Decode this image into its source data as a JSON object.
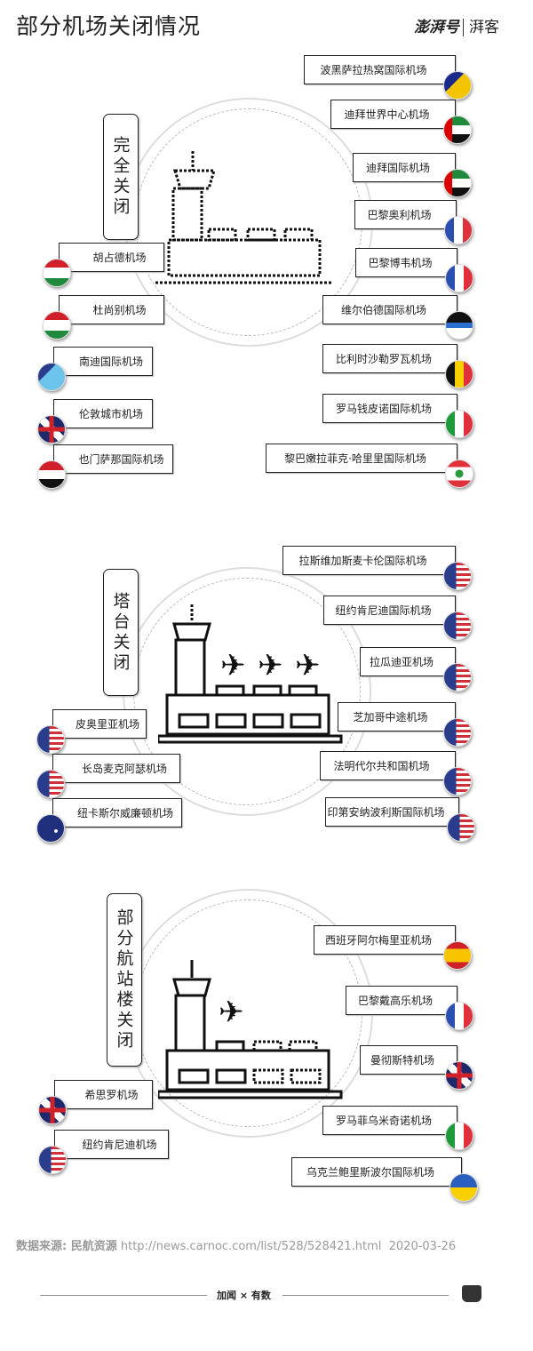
{
  "header": {
    "title": "部分机场关闭情况",
    "brand": "澎湃号",
    "brand_sub": "湃客"
  },
  "sections": [
    {
      "label": "完全关闭",
      "building_icon": "dotted-airport-terminal",
      "right": [
        {
          "name": "波黑萨拉热窝国际机场",
          "flag": "bosnia"
        },
        {
          "name": "迪拜世界中心机场",
          "flag": "uae"
        },
        {
          "name": "迪拜国际机场",
          "flag": "uae"
        },
        {
          "name": "巴黎奥利机场",
          "flag": "france"
        },
        {
          "name": "巴黎博韦机场",
          "flag": "france"
        },
        {
          "name": "维尔伯德国际机场",
          "flag": "antigua"
        },
        {
          "name": "比利时沙勒罗瓦机场",
          "flag": "belgium"
        },
        {
          "name": "罗马钱皮诺国际机场",
          "flag": "italy"
        },
        {
          "name": "黎巴嫩拉菲克·哈里里国际机场",
          "flag": "lebanon"
        }
      ],
      "left": [
        {
          "name": "胡占德机场",
          "flag": "tajikistan"
        },
        {
          "name": "杜尚别机场",
          "flag": "tajikistan"
        },
        {
          "name": "南迪国际机场",
          "flag": "fiji"
        },
        {
          "name": "伦敦城市机场",
          "flag": "uk"
        },
        {
          "name": "也门萨那国际机场",
          "flag": "yemen"
        }
      ]
    },
    {
      "label": "塔台关闭",
      "building_icon": "airport-tower-with-planes",
      "right": [
        {
          "name": "拉斯维加斯麦卡伦国际机场",
          "flag": "usa"
        },
        {
          "name": "纽约肯尼迪国际机场",
          "flag": "usa"
        },
        {
          "name": "拉瓜迪亚机场",
          "flag": "usa"
        },
        {
          "name": "芝加哥中途机场",
          "flag": "usa"
        },
        {
          "name": "法明代尔共和国机场",
          "flag": "usa"
        },
        {
          "name": "印第安纳波利斯国际机场",
          "flag": "usa"
        }
      ],
      "left": [
        {
          "name": "皮奥里亚机场",
          "flag": "usa"
        },
        {
          "name": "长岛麦克阿瑟机场",
          "flag": "usa"
        },
        {
          "name": "纽卡斯尔威廉顿机场",
          "flag": "australia"
        }
      ]
    },
    {
      "label": "部分航站楼关闭",
      "building_icon": "airport-partial-terminal",
      "right": [
        {
          "name": "西班牙阿尔梅里亚机场",
          "flag": "spain"
        },
        {
          "name": "巴黎戴高乐机场",
          "flag": "france"
        },
        {
          "name": "曼彻斯特机场",
          "flag": "uk"
        },
        {
          "name": "罗马菲乌米奇诺机场",
          "flag": "italy"
        },
        {
          "name": "乌克兰鲍里斯波尔国际机场",
          "flag": "ukraine"
        }
      ],
      "left": [
        {
          "name": "希思罗机场",
          "flag": "uk"
        },
        {
          "name": "纽约肯尼迪机场",
          "flag": "usa"
        }
      ]
    }
  ],
  "footer": {
    "source_label": "数据来源: 民航资源",
    "source_url": "http://news.carnoc.com/list/528/528421.html",
    "date": "2020-03-26",
    "logo": "加闻 × 有数"
  }
}
